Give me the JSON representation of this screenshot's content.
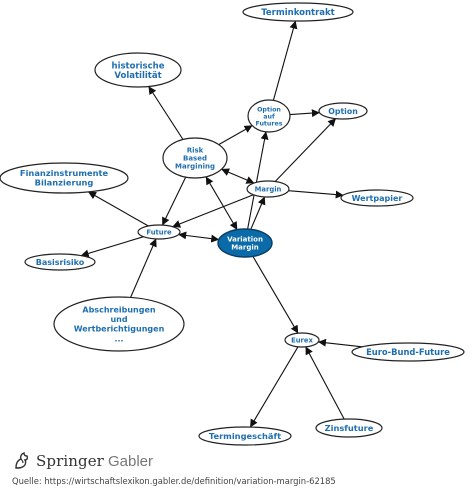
{
  "nodes": {
    "terminkontrakt": [
      "Terminkontrakt"
    ],
    "historische_volatilitaet": [
      "historische",
      "Volatilität"
    ],
    "option_auf_futures": [
      "Option",
      "auf",
      "Futures"
    ],
    "option": [
      "Option"
    ],
    "risk_based_margining": [
      "Risk",
      "Based",
      "Margining"
    ],
    "finanzinstrumente_bilanzierung": [
      "Finanzinstrumente",
      "Bilanzierung"
    ],
    "margin": [
      "Margin"
    ],
    "wertpapier": [
      "Wertpapier"
    ],
    "future": [
      "Future"
    ],
    "variation_margin": [
      "Variation",
      "Margin"
    ],
    "basisrisiko": [
      "Basisrisiko"
    ],
    "abschreibungen": [
      "Abschreibungen",
      "und",
      "Wertberichtigungen",
      "..."
    ],
    "eurex": [
      "Eurex"
    ],
    "euro_bund_future": [
      "Euro-Bund-Future"
    ],
    "termingeschaeft": [
      "Termingeschäft"
    ],
    "zinsfuture": [
      "Zinsfuture"
    ]
  },
  "footer": {
    "brand": "Springer",
    "brand_sub": "Gabler",
    "source": "Quelle: https://wirtschaftslexikon.gabler.de/definition/variation-margin-62185"
  }
}
